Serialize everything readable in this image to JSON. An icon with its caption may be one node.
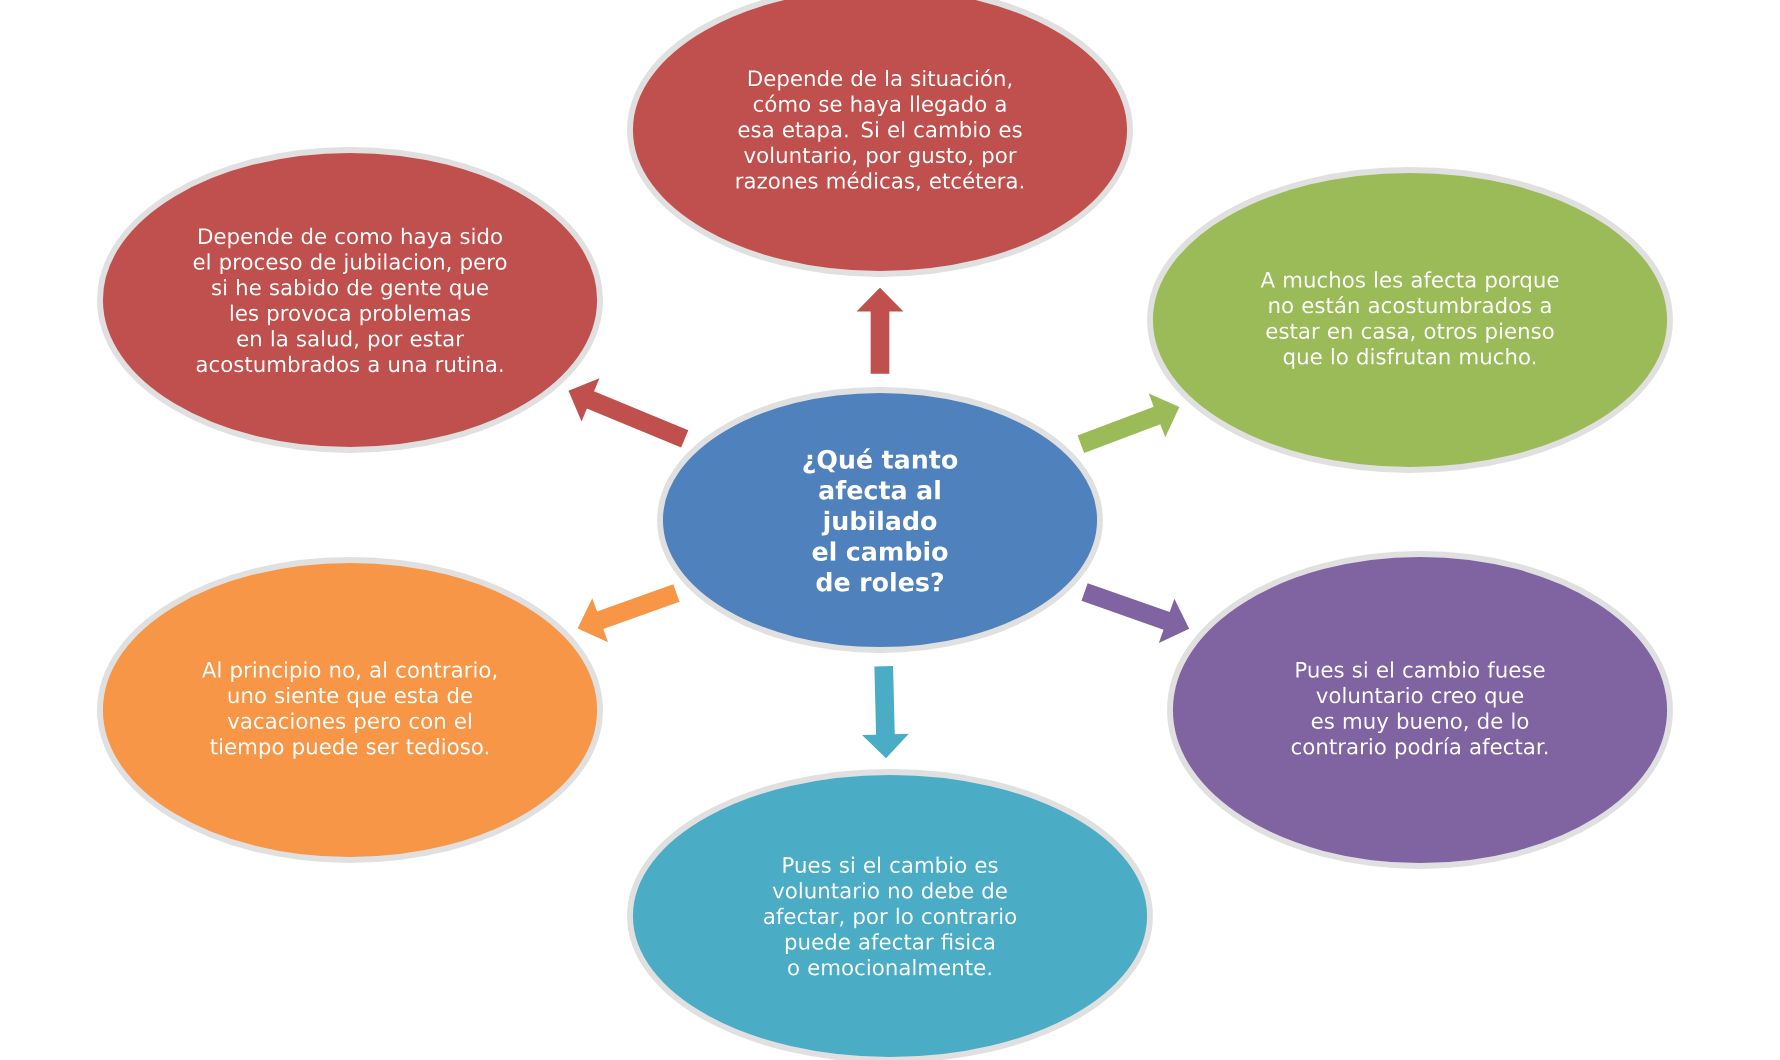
{
  "diagram": {
    "nodes": [
      {
        "text": [
          "Depende de la situación, cómo se haya llegado a esa etapa. Si el cambio es voluntario, por gusto, por razones médicas, etcétera."
        ]
      },
      {
        "text": [
          "Depende de como haya sido el proceso de jubilacion, pero si he sabido de gente que les provoca problemas en la salud, por estar acostumbrados a una rutina."
        ]
      },
      {
        "text": [
          "A muchos les afecta porque no están acostumbrados a estar en casa, otros pienso que lo disfrutan mucho."
        ]
      },
      {
        "text": [
          "¿Qué tanto afecta al jubilado el cambio de roles?"
        ]
      },
      {
        "text": [
          "Al principio no, al contrario, uno siente que esta de vacaciones pero con el tiempo puede ser tedioso."
        ]
      },
      {
        "text": [
          "Pues si el cambio fuese voluntario creo que es muy bueno, de lo contrario podría afectar."
        ]
      },
      {
        "text": [
          "Pues si el cambio es voluntario no debe de afectar, por lo contrario puede afectar fisica o emocionalmente."
        ]
      }
    ],
    "edges": [
      {
        "from": 3,
        "to": 0,
        "arrow": "to",
        "color": "#c0504d"
      },
      {
        "from": 3,
        "to": 1,
        "arrow": "to",
        "color": "#c0504d"
      },
      {
        "from": 3,
        "to": 2,
        "arrow": "to",
        "color": "#9bbb59"
      },
      {
        "from": 3,
        "to": 4,
        "arrow": "to",
        "color": "#f79646"
      },
      {
        "from": 3,
        "to": 5,
        "arrow": "to",
        "color": "#8064a2"
      },
      {
        "from": 3,
        "to": 6,
        "arrow": "to",
        "color": "#4bacc6"
      }
    ]
  }
}
